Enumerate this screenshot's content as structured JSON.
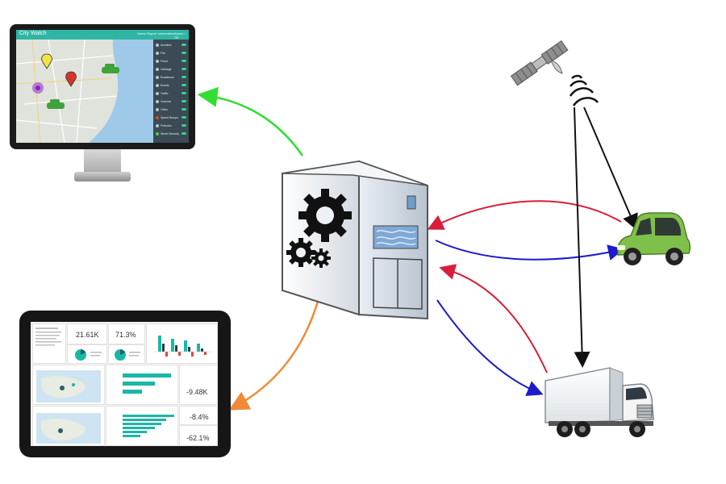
{
  "monitor": {
    "app_title": "City Watch",
    "nav": [
      "Home",
      "Report",
      "Information",
      "Admin / Off"
    ],
    "map_tiles": "map",
    "sidebar_items": [
      "Accident",
      "Fire",
      "Flood",
      "Garbage",
      "Roadblock",
      "Events",
      "Traffic",
      "Violence",
      "Other",
      "Speed Bumps",
      "Potholes",
      "Street Security"
    ]
  },
  "tablet": {
    "kpis": [
      "21.61K",
      "71.3%",
      "-9.48K",
      "-8.4%",
      "-62.1%"
    ]
  },
  "colors": {
    "monitor_to_server_arrow": "#33dd33",
    "server_to_tablet_arrow": "#f08a3a",
    "inbound_arrows": "#d81e3a",
    "outbound_arrows": "#1c1ccc",
    "satellite_links": "#111111",
    "dashboard_accent": "#1ab7a7",
    "header_teal": "#2fb5a4"
  },
  "icons": [
    "monitor-icon",
    "tablet-icon",
    "server-icon",
    "gears-icon",
    "satellite-icon",
    "car-icon",
    "truck-icon"
  ]
}
